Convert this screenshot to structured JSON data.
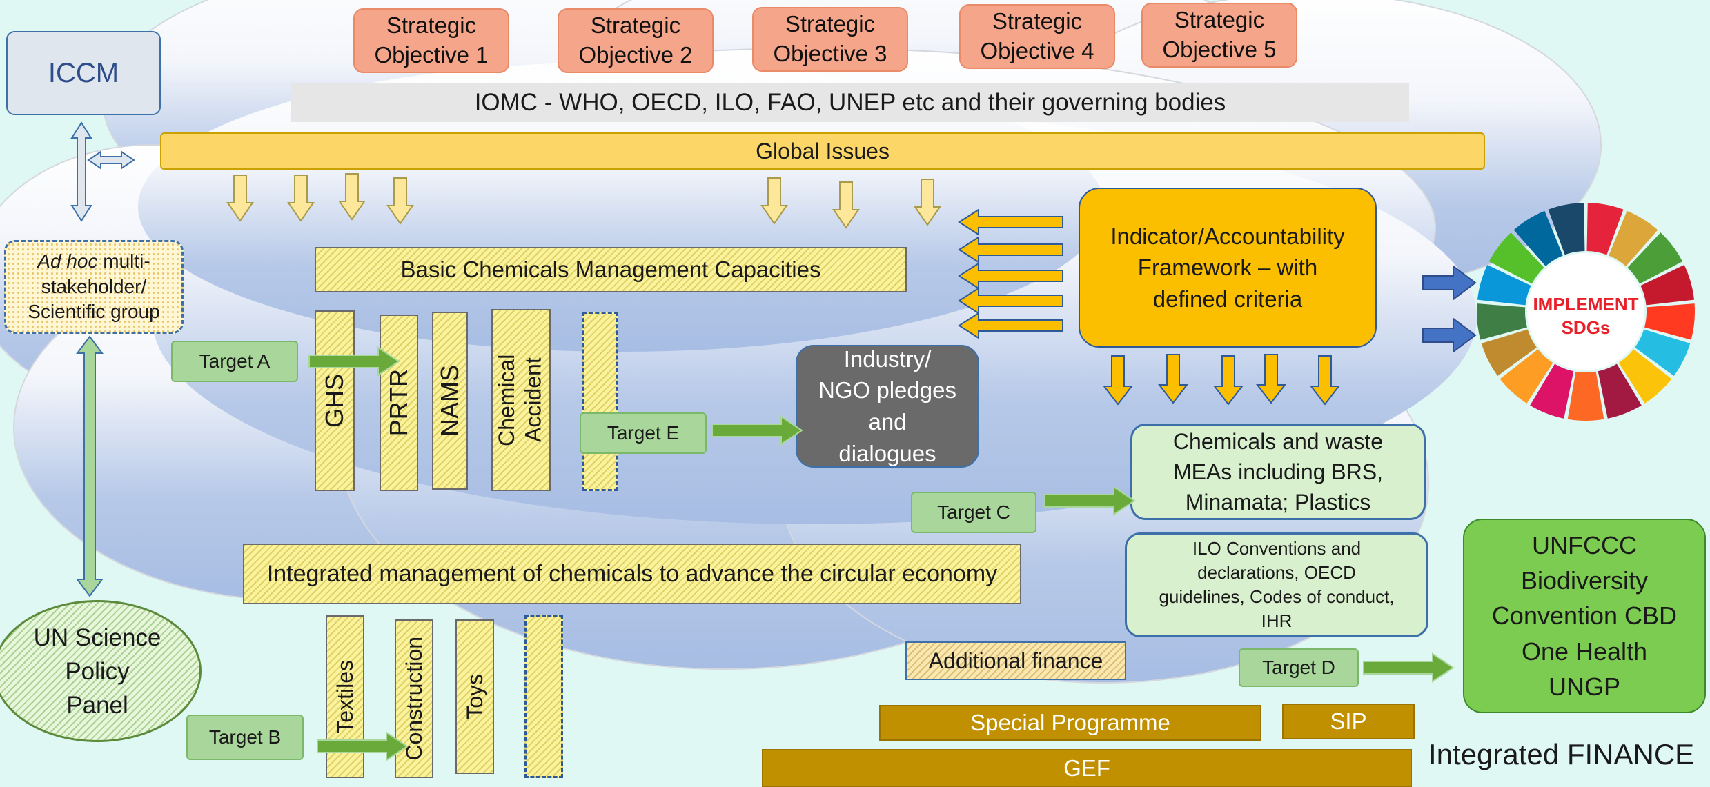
{
  "iccm": "ICCM",
  "strategic_objectives": [
    {
      "line1": "Strategic",
      "line2": "Objective 1"
    },
    {
      "line1": "Strategic",
      "line2": "Objective 2"
    },
    {
      "line1": "Strategic",
      "line2": "Objective 3"
    },
    {
      "line1": "Strategic",
      "line2": "Objective 4"
    },
    {
      "line1": "Strategic",
      "line2": "Objective 5"
    }
  ],
  "iomc": "IOMC - WHO, OECD, ILO, FAO, UNEP etc and their governing bodies",
  "global_issues": "Global Issues",
  "adhoc": {
    "italic": "Ad hoc",
    "rest": " multi-stakeholder/ Scientific group"
  },
  "un_science_panel": {
    "line1": "UN Science",
    "line2": "Policy",
    "line3": "Panel"
  },
  "basic_capacities": "Basic Chemicals Management Capacities",
  "capacity_columns": [
    "GHS",
    "PRTR",
    "NAMS",
    "Chemical Accident"
  ],
  "targets": {
    "a": "Target A",
    "b": "Target B",
    "c": "Target C",
    "d": "Target D",
    "e": "Target E"
  },
  "industry": {
    "line1": "Industry/",
    "line2": "NGO pledges",
    "line3": "and",
    "line4": "dialogues"
  },
  "indicator": {
    "line1": "Indicator/Accountability",
    "line2": "Framework – with",
    "line3": "defined criteria"
  },
  "sdg": {
    "line1": "IMPLEMENT",
    "line2": "SDGs"
  },
  "meas": {
    "line1": "Chemicals and waste",
    "line2": "MEAs including BRS,",
    "line3": "Minamata; Plastics"
  },
  "ilo": {
    "line1": "ILO Conventions and",
    "line2": "declarations, OECD",
    "line3": "guidelines, Codes of conduct,",
    "line4": "IHR"
  },
  "integrated_mgmt": "Integrated management of chemicals to advance the circular economy",
  "circular_columns": [
    "Textiles",
    "Construction",
    "Toys"
  ],
  "additional_finance": "Additional finance",
  "special_programme": "Special Programme",
  "sip": "SIP",
  "gef": "GEF",
  "integrated_finance": "Integrated FINANCE",
  "unfccc": {
    "line1": "UNFCCC",
    "line2": "Biodiversity",
    "line3": "Convention CBD",
    "line4": "One Health",
    "line5": "UNGP"
  },
  "colors": {
    "objective_fill": "#f4a58a",
    "global_issues_fill": "#fcd667",
    "indicator_fill": "#fbbf00",
    "arrow_yellow": "#fbbf00",
    "arrow_green": "#6aaa3a",
    "arrow_blue": "#4472c4",
    "finance_gold": "#c09000",
    "unfccc_green": "#7dcc52",
    "sdg_text": "#e8202a"
  }
}
